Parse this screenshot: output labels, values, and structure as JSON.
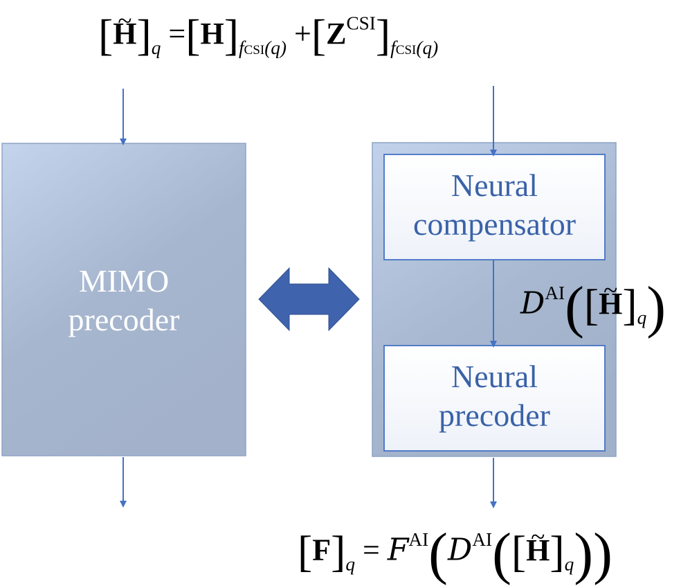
{
  "equations": {
    "top": {
      "lhs_symbol": "H",
      "lhs_sub": "q",
      "equals": "=",
      "term1_symbol": "H",
      "term1_sub": "f",
      "term1_sub_csi": "CSI",
      "term1_sub_arg": "(q)",
      "plus": "+",
      "term2_symbol": "Z",
      "term2_sup": "CSI",
      "term2_sub": "f",
      "term2_sub_csi": "CSI",
      "term2_sub_arg": "(q)"
    },
    "middle": {
      "op": "D",
      "op_sup": "AI",
      "arg_symbol": "H",
      "arg_sub": "q"
    },
    "bottom": {
      "lhs_symbol": "F",
      "lhs_sub": "q",
      "equals": "=",
      "outer_op": "F",
      "outer_sup": "AI",
      "inner_op": "D",
      "inner_sup": "AI",
      "arg_symbol": "H",
      "arg_sub": "q"
    }
  },
  "blocks": {
    "mimo": {
      "line1": "MIMO",
      "line2": "precoder"
    },
    "compensator": {
      "line1": "Neural",
      "line2": "compensator"
    },
    "neural_precoder": {
      "line1": "Neural",
      "line2": "precoder"
    }
  },
  "colors": {
    "arrow": "#4472c4",
    "box_border": "#8ea4c6",
    "inner_text": "#3a62a8",
    "mimo_text": "#ffffff",
    "double_arrow": "#3f63ad"
  }
}
